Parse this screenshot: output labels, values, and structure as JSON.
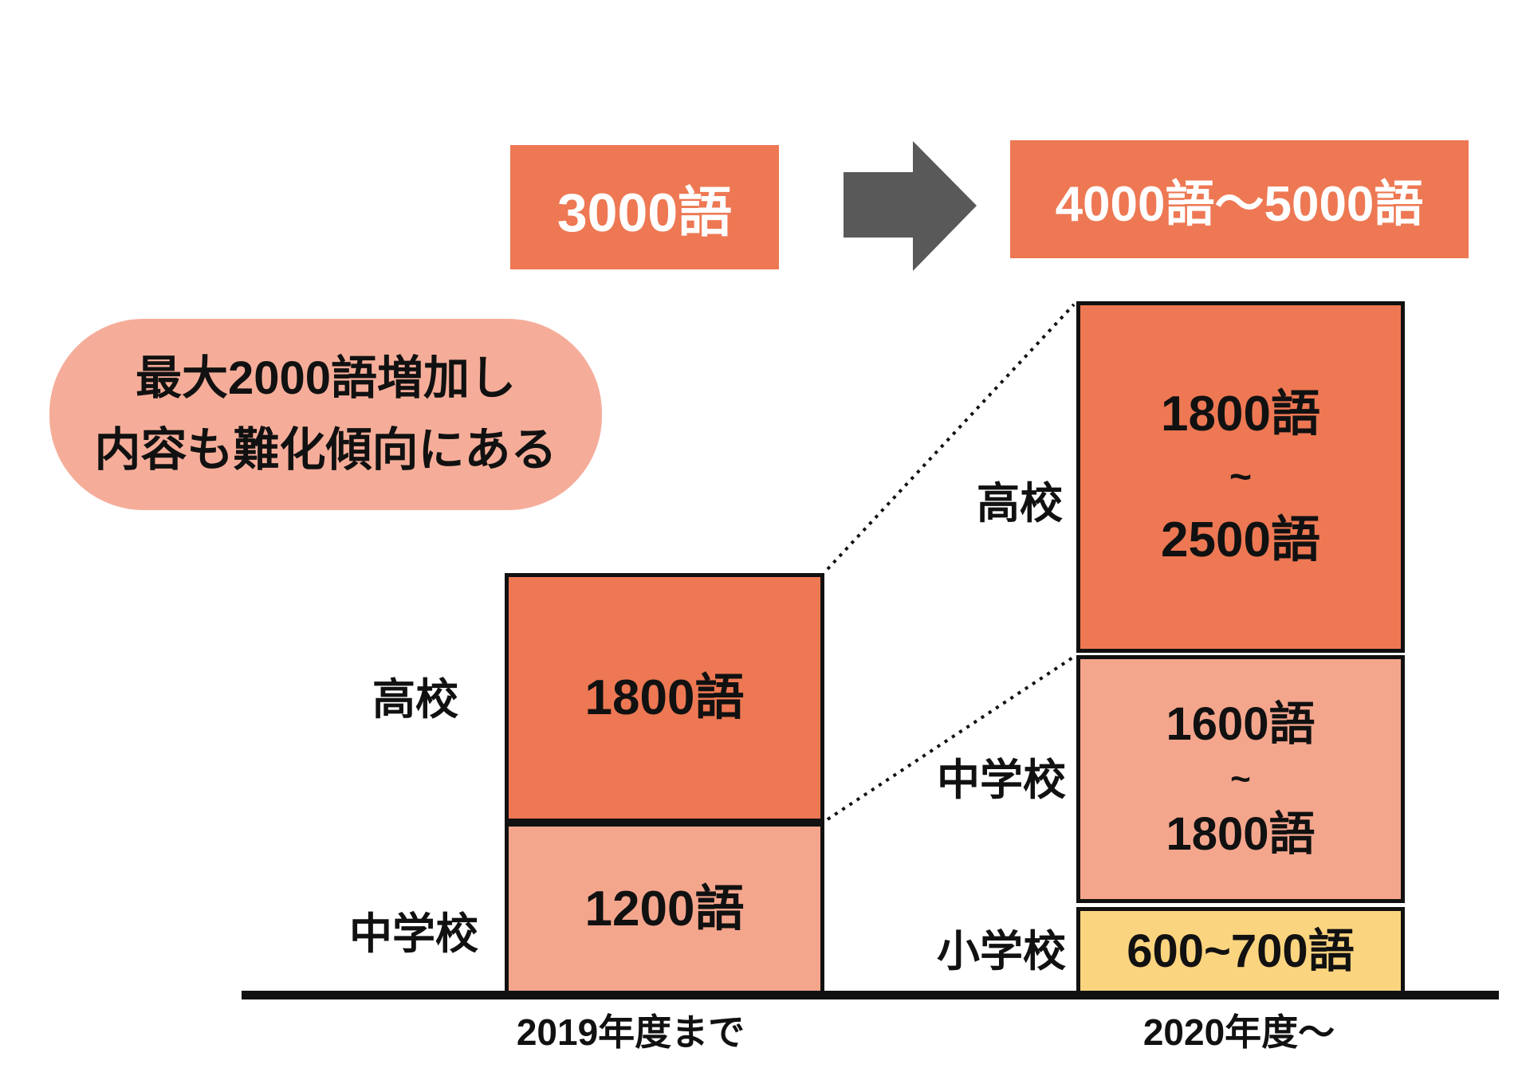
{
  "colors": {
    "background": "#FFFFFF",
    "orange": "#ED7853",
    "pink": "#F4A68D",
    "bubble": "#F5AD99",
    "yellow": "#FBD47F",
    "arrow": "#595959",
    "ink": "#111111",
    "white": "#FFFFFF"
  },
  "flow": {
    "before_total": "3000語",
    "after_total": "4000語〜5000語"
  },
  "callout": {
    "line1": "最大2000語増加し",
    "line2": "内容も難化傾向にある"
  },
  "bars": {
    "left": {
      "axis_label": "2019年度まで",
      "segments": [
        {
          "school": "高校",
          "value": "1800語"
        },
        {
          "school": "中学校",
          "value": "1200語"
        }
      ]
    },
    "right": {
      "axis_label": "2020年度〜",
      "segments": [
        {
          "school": "高校",
          "lines": [
            "1800語",
            "~",
            "2500語"
          ]
        },
        {
          "school": "中学校",
          "lines": [
            "1600語",
            "~",
            "1800語"
          ]
        },
        {
          "school": "小学校",
          "lines": [
            "600~700語"
          ]
        }
      ]
    }
  },
  "chart_data": {
    "type": "bar",
    "stacked": true,
    "categories": [
      "2019年度まで",
      "2020年度〜"
    ],
    "series": [
      {
        "name": "小学校",
        "values": [
          0,
          650
        ],
        "ranges": [
          null,
          [
            600,
            700
          ]
        ],
        "labels": [
          "",
          "600~700語"
        ],
        "color": "#FBD47F"
      },
      {
        "name": "中学校",
        "values": [
          1200,
          1700
        ],
        "ranges": [
          null,
          [
            1600,
            1800
          ]
        ],
        "labels": [
          "1200語",
          "1600語~1800語"
        ],
        "color": "#F4A68D"
      },
      {
        "name": "高校",
        "values": [
          1800,
          2150
        ],
        "ranges": [
          null,
          [
            1800,
            2500
          ]
        ],
        "labels": [
          "1800語",
          "1800語~2500語"
        ],
        "color": "#ED7853"
      }
    ],
    "totals": [
      "3000語",
      "4000語〜5000語"
    ],
    "annotation": "最大2000語増加し 内容も難化傾向にある",
    "unit": "語",
    "legend": "none",
    "grid": false
  }
}
